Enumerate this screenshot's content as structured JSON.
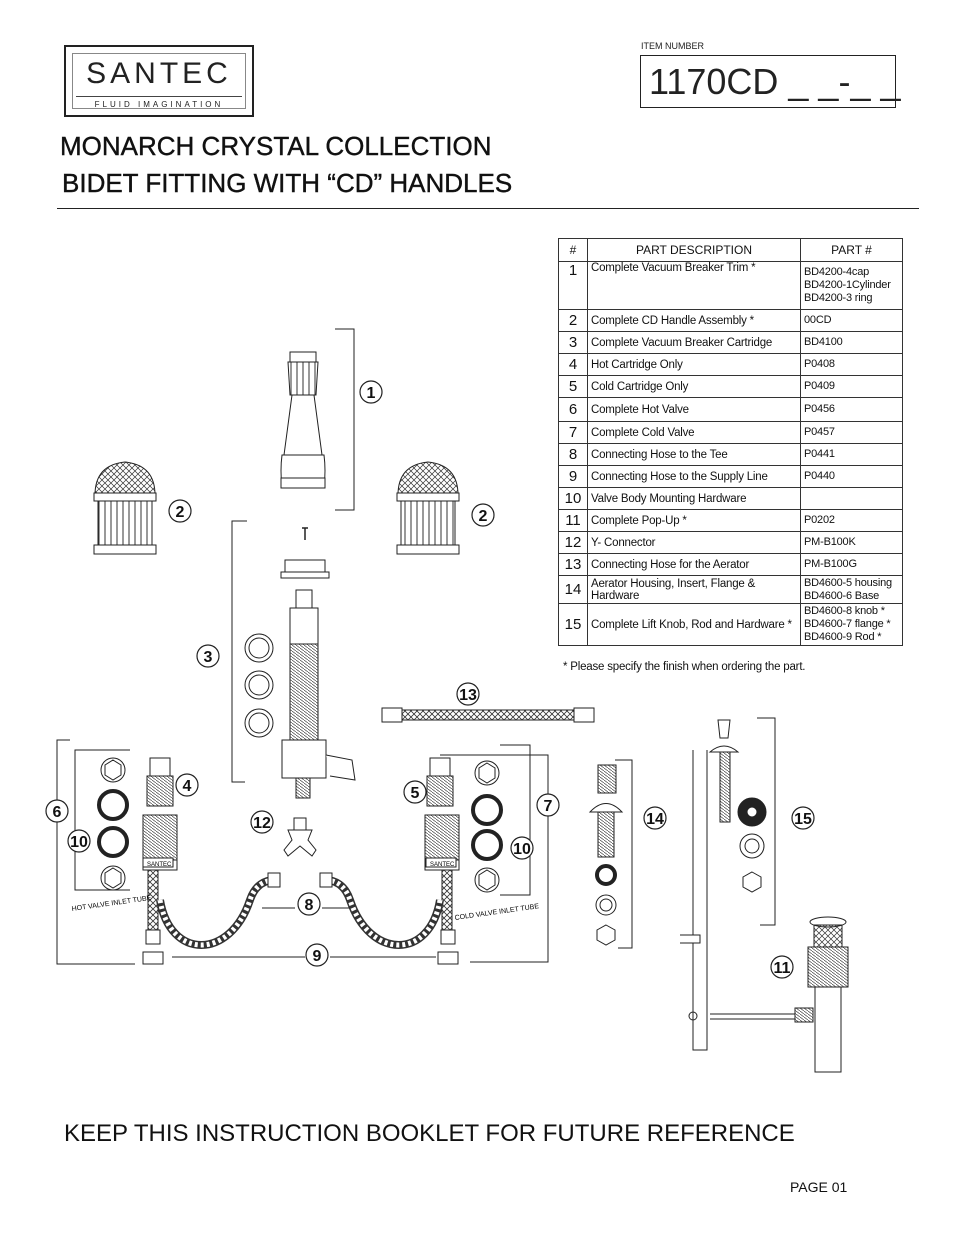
{
  "logo": {
    "name": "SANTEC",
    "tagline": "FLUID IMAGINATION"
  },
  "item": {
    "label": "ITEM NUMBER",
    "value": "1170CD _ _-_ _"
  },
  "title": {
    "line1": "MONARCH CRYSTAL COLLECTION",
    "line2": "BIDET FITTING WITH “CD” HANDLES"
  },
  "parts_table": {
    "headers": {
      "num": "#",
      "desc": "PART  DESCRIPTION",
      "part": "PART #"
    },
    "rows": [
      {
        "num": "1",
        "desc": "Complete Vacuum Breaker Trim  *",
        "part": "BD4200-4cap\nBD4200-1Cylinder\nBD4200-3 ring"
      },
      {
        "num": "2",
        "desc": "Complete CD Handle  Assembly *",
        "part": "00CD"
      },
      {
        "num": "3",
        "desc": "Complete Vacuum Breaker Cartridge",
        "part": "BD4100"
      },
      {
        "num": "4",
        "desc": "Hot Cartridge Only",
        "part": "P0408"
      },
      {
        "num": "5",
        "desc": "Cold Cartridge Only",
        "part": "P0409"
      },
      {
        "num": "6",
        "desc": "Complete Hot Valve",
        "part": "P0456"
      },
      {
        "num": "7",
        "desc": "Complete Cold Valve",
        "part": "P0457"
      },
      {
        "num": "8",
        "desc": "Connecting Hose to the Tee",
        "part": "P0441"
      },
      {
        "num": "9",
        "desc": "Connecting Hose to the Supply Line",
        "part": "P0440"
      },
      {
        "num": "10",
        "desc": "Valve Body Mounting Hardware",
        "part": ""
      },
      {
        "num": "11",
        "desc": "Complete Pop-Up *",
        "part": "P0202"
      },
      {
        "num": "12",
        "desc": "Y- Connector",
        "part": "PM-B100K"
      },
      {
        "num": "13",
        "desc": "Connecting Hose for the Aerator",
        "part": "PM-B100G"
      },
      {
        "num": "14",
        "desc": "Aerator Housing, Insert, Flange & Hardware",
        "part": "BD4600-5 housing\nBD4600-6 Base"
      },
      {
        "num": "15",
        "desc": "Complete Lift Knob, Rod and Hardware *",
        "part": "BD4600-8 knob *\nBD4600-7 flange *\nBD4600-9 Rod *"
      }
    ],
    "note": "* Please specify the finish when ordering the part."
  },
  "diagram": {
    "hose_label_hot": "HOT VALVE INLET TUBE",
    "hose_label_cold": "COLD VALVE INLET TUBE",
    "brand_stamp": "SANTEC",
    "callouts": {
      "c1": "1",
      "c2a": "2",
      "c2b": "2",
      "c3": "3",
      "c4": "4",
      "c5": "5",
      "c6": "6",
      "c7": "7",
      "c8": "8",
      "c9": "9",
      "c10a": "10",
      "c10b": "10",
      "c11": "11",
      "c12": "12",
      "c13": "13",
      "c14": "14",
      "c15": "15"
    }
  },
  "footer": {
    "text": "KEEP THIS INSTRUCTION BOOKLET FOR FUTURE REFERENCE",
    "page": "PAGE  01"
  }
}
